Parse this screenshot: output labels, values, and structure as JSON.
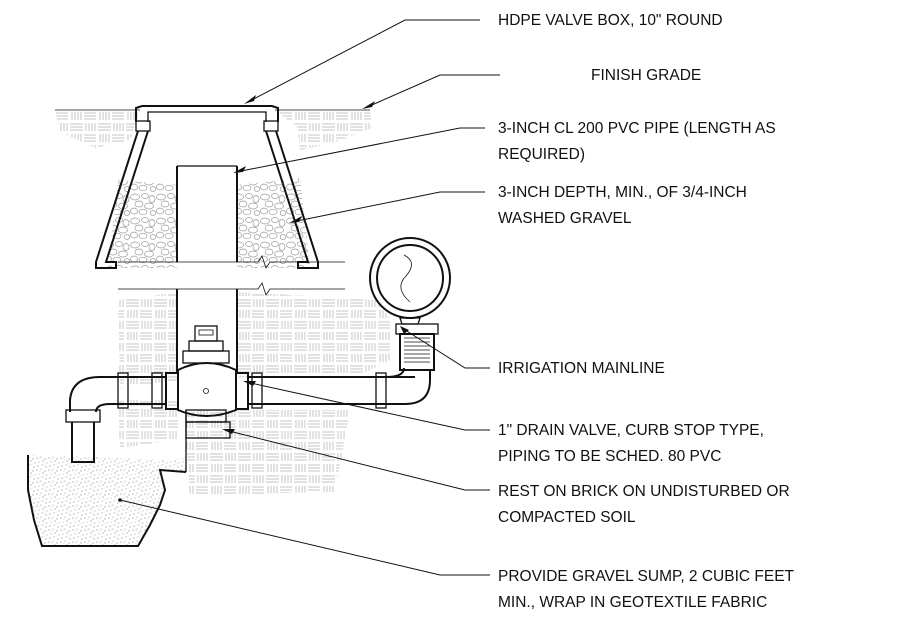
{
  "labels": {
    "valve_box": "HDPE VALVE BOX, 10\" ROUND",
    "finish_grade": "FINISH GRADE",
    "pvc_pipe_1": "3-INCH CL 200 PVC PIPE (LENGTH AS",
    "pvc_pipe_2": "REQUIRED)",
    "gravel_1": "3-INCH DEPTH, MIN., OF 3/4-INCH",
    "gravel_2": "WASHED GRAVEL",
    "mainline": "IRRIGATION MAINLINE",
    "drain_valve_1": "1\" DRAIN VALVE, CURB STOP TYPE,",
    "drain_valve_2": "PIPING TO BE SCHED. 80 PVC",
    "brick_1": "REST ON BRICK ON UNDISTURBED OR",
    "brick_2": "COMPACTED SOIL",
    "sump_1": "PROVIDE GRAVEL SUMP, 2 CUBIC FEET",
    "sump_2": "MIN., WRAP IN GEOTEXTILE FABRIC"
  },
  "colors": {
    "line": "#111111",
    "hatch": "#9a9a9a",
    "background": "#ffffff"
  }
}
